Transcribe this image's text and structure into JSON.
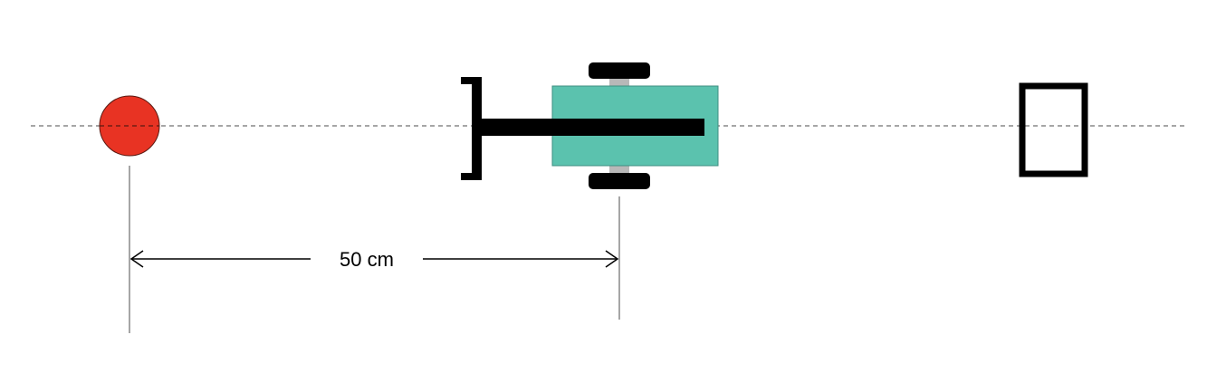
{
  "diagram": {
    "distance_label": "50 cm",
    "colors": {
      "ball": "#e83323",
      "robot_body": "#5bc2ae",
      "robot_body_border": "#3f8f81",
      "wheel": "#000000",
      "axle": "#b8b8b8",
      "arm": "#000000",
      "goal": "#000000",
      "centerline": "#888888",
      "dimension": "#000000"
    },
    "elements": [
      "ball",
      "robot",
      "goal"
    ]
  }
}
